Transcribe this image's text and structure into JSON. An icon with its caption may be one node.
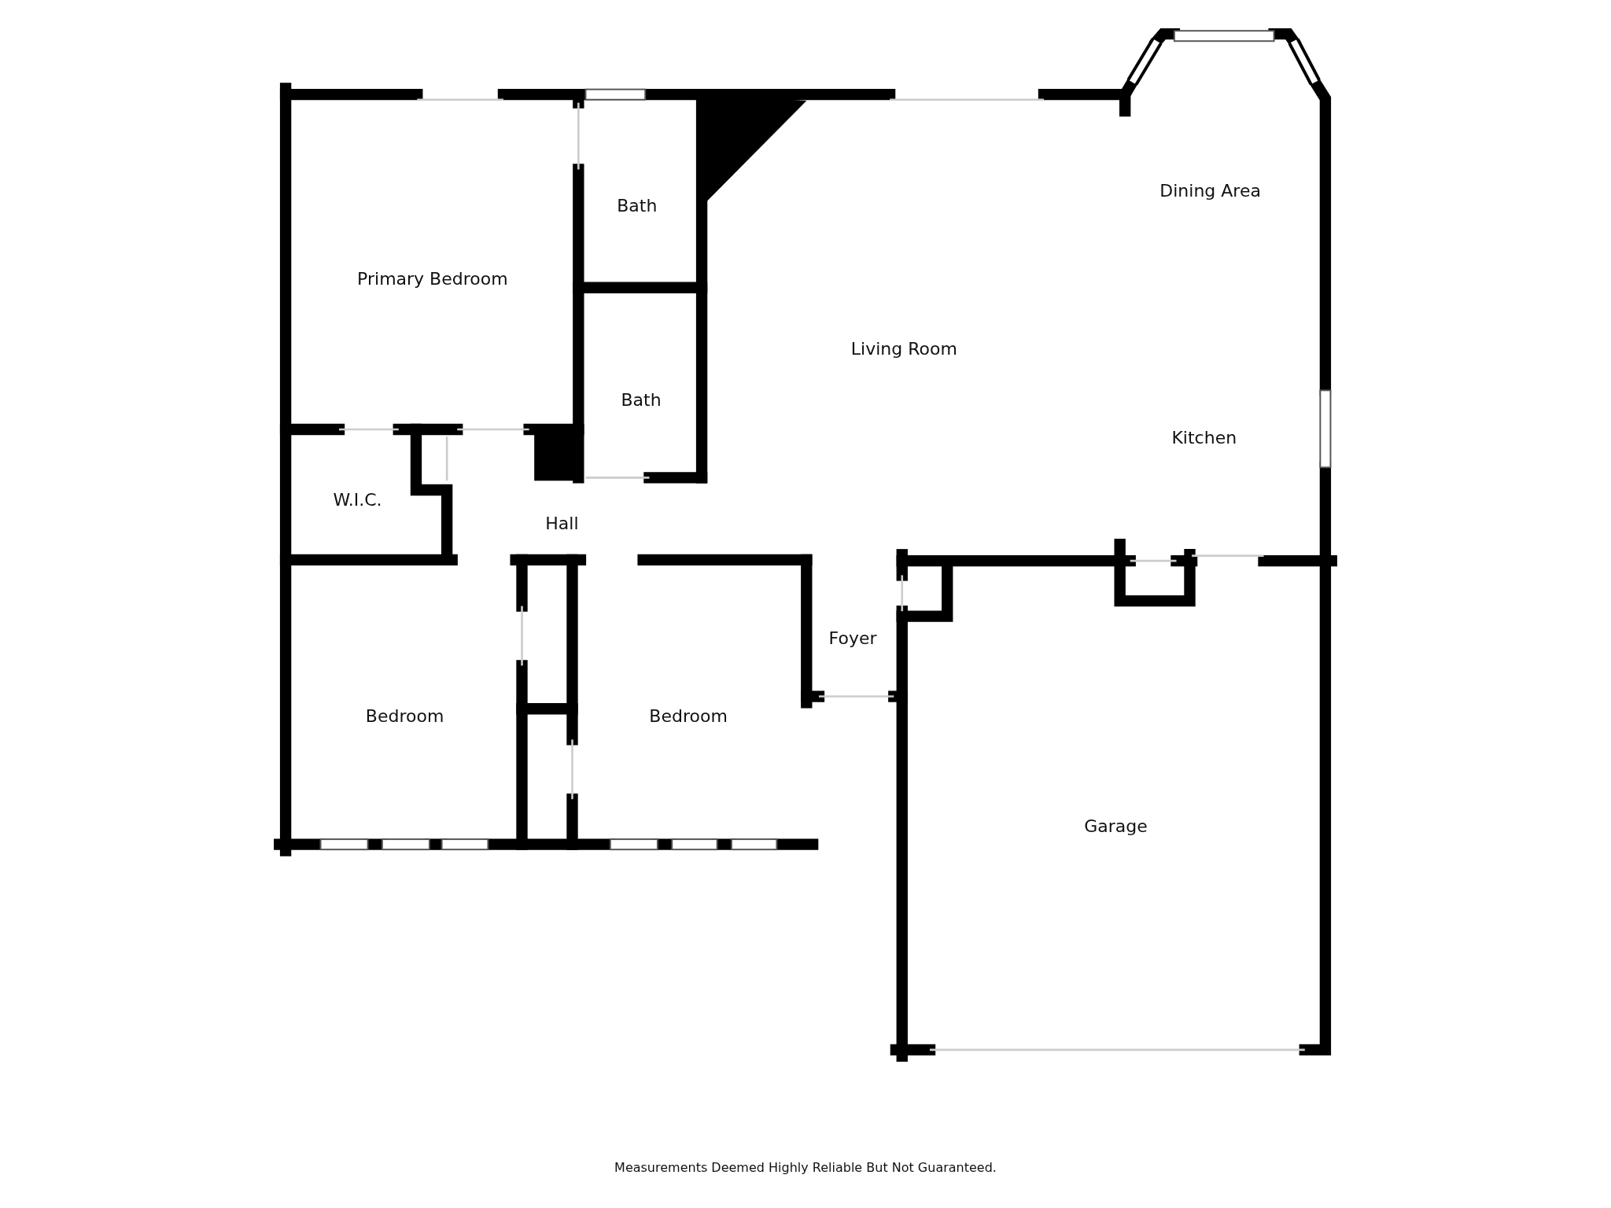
{
  "diagram": {
    "labels": [
      "Dining Area",
      "Bath",
      "Primary Bedroom",
      "Living Room",
      "Bath",
      "Kitchen",
      "W.I.C.",
      "Hall",
      "Foyer",
      "Bedroom",
      "Bedroom",
      "Garage",
      "Measurements Deemed Highly Reliable But Not Guaranteed."
    ]
  }
}
